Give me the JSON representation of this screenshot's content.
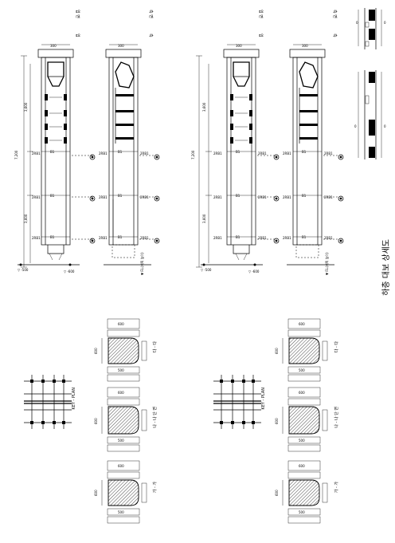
{
  "sheet_title": "하층 대보 상세도",
  "keyplan_label": "KEY - PLAN",
  "section_labels": [
    "가 - 가",
    "나 - 나  단 면",
    "다 - 다"
  ],
  "elevation_labels": [
    "입 면",
    "측 면"
  ],
  "level_label": "▼ F.L(계획 높이)",
  "colors": {
    "line": "#000000",
    "background": "#ffffff"
  }
}
